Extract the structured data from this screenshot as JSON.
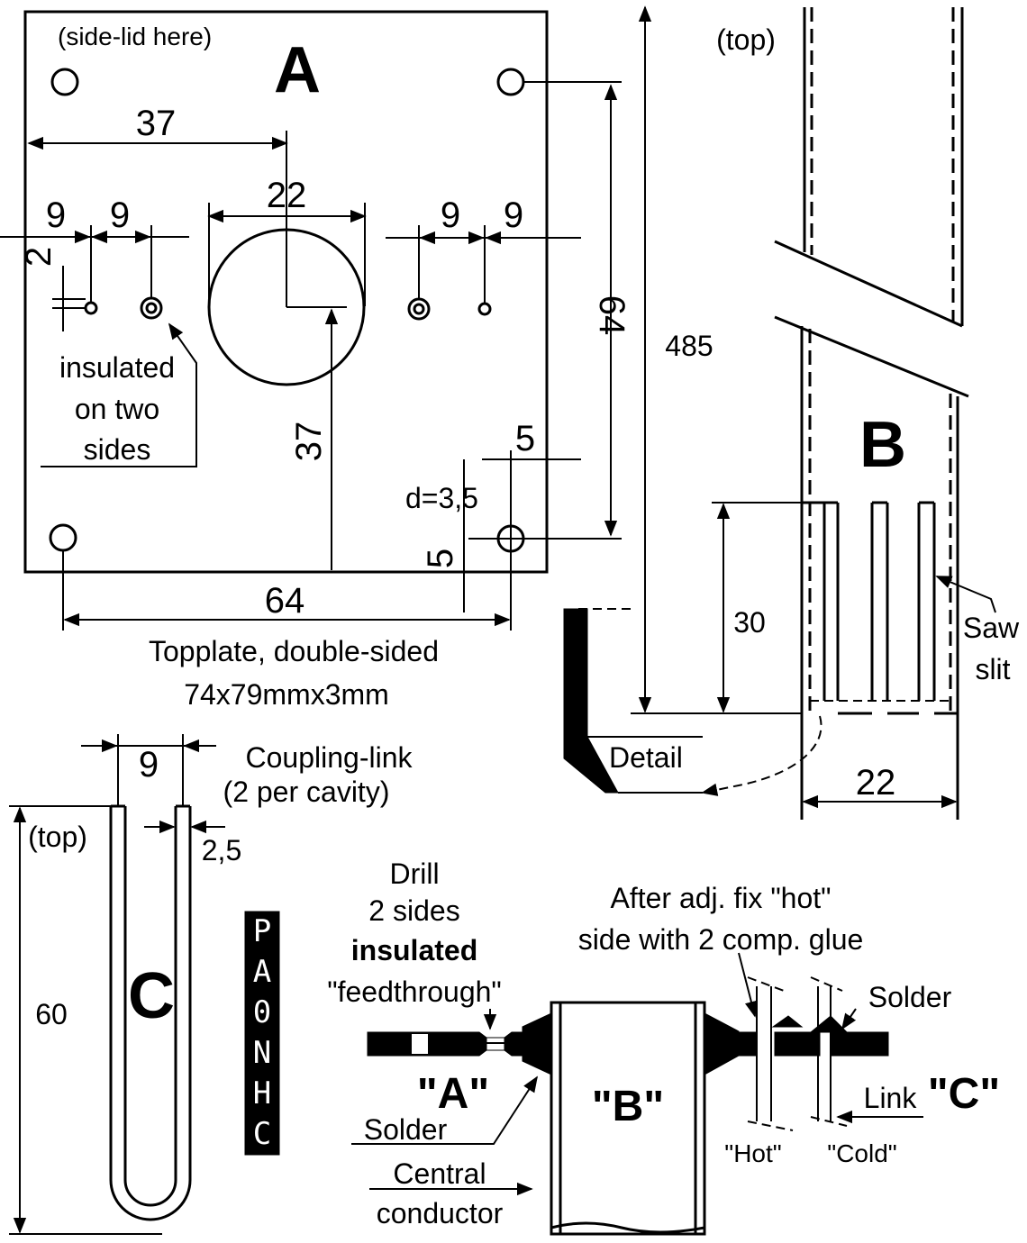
{
  "part_a": {
    "letter": "A",
    "side_lid": "(side-lid here)",
    "dim_37_top": "37",
    "dim_22": "22",
    "dim_9_l1": "9",
    "dim_9_l2": "9",
    "dim_9_r1": "9",
    "dim_9_r2": "9",
    "dim_2": "2",
    "dim_64_v": "64",
    "dim_37_v": "37",
    "dim_5_top": "5",
    "dim_5_side": "5",
    "dim_d": "d=3,5",
    "dim_64_h": "64",
    "note_line1": "insulated",
    "note_line2": "on two",
    "note_line3": "sides",
    "caption1": "Topplate, double-sided",
    "caption2": "74x79mmx3mm"
  },
  "part_b": {
    "letter": "B",
    "top": "(top)",
    "dim_485": "485",
    "dim_30": "30",
    "dim_22": "22",
    "saw1": "Saw",
    "saw2": "slit",
    "detail": "Detail"
  },
  "part_c": {
    "letter": "C",
    "top": "(top)",
    "dim_9": "9",
    "dim_25": "2,5",
    "dim_60": "60",
    "title1": "Coupling-link",
    "title2": "(2 per cavity)"
  },
  "callsign": [
    "P",
    "A",
    "0",
    "N",
    "H",
    "C"
  ],
  "assembly": {
    "drill1": "Drill",
    "drill2": "2 sides",
    "drill3": "insulated",
    "drill4": "\"feedthrough\"",
    "after1": "After adj. fix \"hot\"",
    "after2": "side with 2 comp. glue",
    "solder_r": "Solder",
    "label_a": "\"A\"",
    "label_b": "\"B\"",
    "label_c": "\"C\"",
    "link": "Link",
    "solder_l": "Solder",
    "central1": "Central",
    "central2": "conductor",
    "hot": "\"Hot\"",
    "cold": "\"Cold\""
  }
}
